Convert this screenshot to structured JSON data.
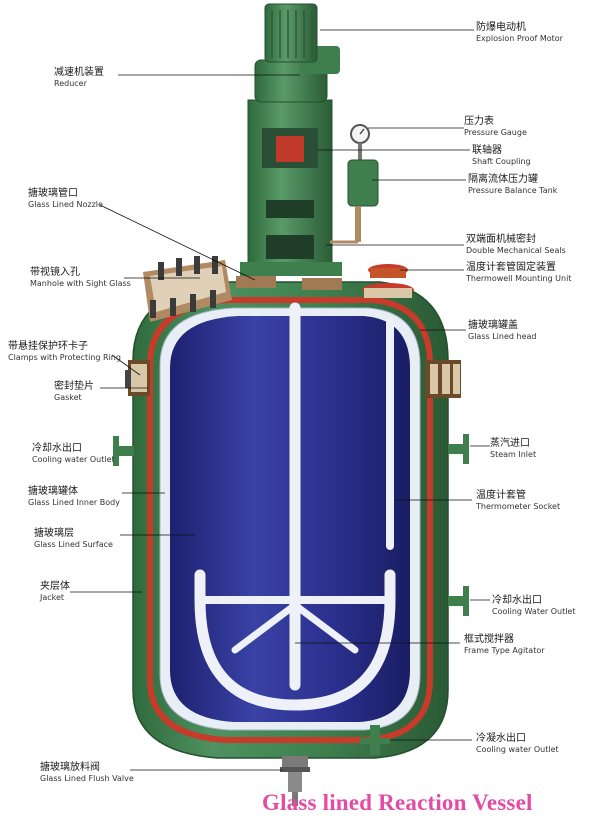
{
  "title": "Glass lined Reaction Vessel",
  "colors": {
    "jacket": "#3f7f4e",
    "jacket_dark": "#2b5c37",
    "motor": "#4d8a5a",
    "inner_body": "#2a2f8c",
    "glass_lining": "#e8eef6",
    "jacket_gap": "#c83a2a",
    "title": "#e44ba4"
  },
  "labels": {
    "motor": {
      "cn": "防爆电动机",
      "en": "Explosion Proof Motor"
    },
    "reducer": {
      "cn": "减速机装置",
      "en": "Reducer"
    },
    "pressure_gauge": {
      "cn": "压力表",
      "en": "Pressure Gauge"
    },
    "shaft_coupling": {
      "cn": "联轴器",
      "en": "Shaft Coupling"
    },
    "pressure_balance_tank": {
      "cn": "隔离流体压力罐",
      "en": "Pressure Balance Tank"
    },
    "glass_lined_nozzle": {
      "cn": "搪玻璃管口",
      "en": "Glass Lined Nozzle"
    },
    "mechanical_seals": {
      "cn": "双端面机械密封",
      "en": "Double Mechanical Seals"
    },
    "thermowell_unit": {
      "cn": "温度计套管固定装置",
      "en": "Thermowell Mounting Unit"
    },
    "manhole": {
      "cn": "带视镜入孔",
      "en": "Manhole with Sight Glass"
    },
    "glass_lined_head": {
      "cn": "搪玻璃罐盖",
      "en": "Glass Lined head"
    },
    "clamps": {
      "cn": "带悬挂保护环卡子",
      "en": "Clamps with Protecting Ring"
    },
    "gasket": {
      "cn": "密封垫片",
      "en": "Gasket"
    },
    "cooling_water_outlet_left": {
      "cn": "冷却水出口",
      "en": "Cooling water Outlet"
    },
    "steam_inlet": {
      "cn": "蒸汽进口",
      "en": "Steam Inlet"
    },
    "inner_body": {
      "cn": "搪玻璃罐体",
      "en": "Glass Lined Inner Body"
    },
    "thermometer_socket": {
      "cn": "温度计套管",
      "en": "Thermometer Socket"
    },
    "glass_lined_surface": {
      "cn": "搪玻璃层",
      "en": "Glass Lined Surface"
    },
    "jacket": {
      "cn": "夹层体",
      "en": "Jacket"
    },
    "cooling_water_outlet_right": {
      "cn": "冷却水出口",
      "en": "Cooling Water Outlet"
    },
    "frame_agitator": {
      "cn": "框式搅拌器",
      "en": "Frame Type Agitator"
    },
    "cooling_water_outlet_bottom": {
      "cn": "冷凝水出口",
      "en": "Cooling water Outlet"
    },
    "flush_valve": {
      "cn": "搪玻璃放料阀",
      "en": "Glass Lined Flush Valve"
    }
  }
}
